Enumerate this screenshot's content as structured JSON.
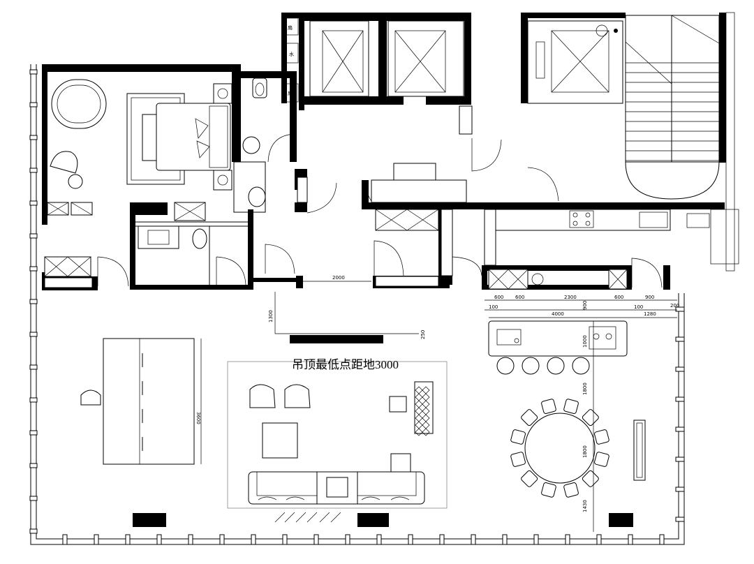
{
  "annotations": {
    "ceiling_note": "吊顶最低点距地3000"
  },
  "dimensions": {
    "corridor_width": "2000",
    "gap_vertical": "1300",
    "beam_depth": "250",
    "bar_row": [
      "100",
      "600",
      "600",
      "2300",
      "900",
      "600",
      "100",
      "900",
      "200"
    ],
    "island_length": "4000",
    "island_right": "1280",
    "island_depth": "1000",
    "dining_gap_top": "1800",
    "dining_table": "1800",
    "dining_gap_bottom": "1430",
    "desk_length": "3600"
  },
  "stair_labels": [
    "扇",
    "水",
    "扇"
  ]
}
